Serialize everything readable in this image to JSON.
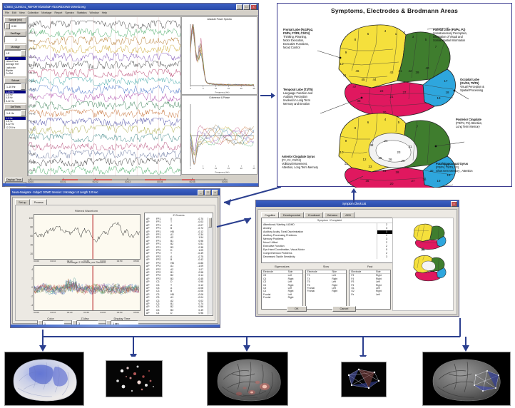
{
  "eeg_window": {
    "title": "C:\\EEG_CLINICAL_REPORTS\\2003\\DF-A\\DOW\\DOWD-1Week2.eeg",
    "menus": [
      "File",
      "Edit",
      "View",
      "Collection",
      "Montage",
      "Report",
      "Spectra",
      "Statistics",
      "Window",
      "Help"
    ],
    "controls": [
      {
        "label": "Sample (mV)",
        "value": "0.30"
      },
      {
        "label": "Sec/Page",
        "value": "2"
      },
      {
        "label": "Montage",
        "value": "LE",
        "options": [
          "LE",
          "Linked Ears",
          "Average Ref",
          "Laplacian",
          "Bipolar",
          "Cz Ref"
        ]
      },
      {
        "label": "Sub-set",
        "value": "1-10 Hz",
        "options": [
          "1-10 Hz",
          "1-4 Hz",
          "4-8 Hz",
          "8-12 Hz",
          "12-25 Hz"
        ]
      },
      {
        "label": "Del/Theta",
        "value": "1-4 Hz",
        "options": [
          "1-4 Hz",
          "4-8 Hz",
          "8-12 Hz",
          "12-25 Hz",
          "25-30 Hz"
        ]
      }
    ],
    "display_time_label": "Display Time",
    "display_time_value": "1",
    "time_axis": [
      "00:00",
      "00:01",
      "00:02",
      "00:03",
      "00:04",
      "00:05",
      "00:06"
    ],
    "channels": [
      "Fp1-A1",
      "Fp2-A2",
      "F3-A1",
      "F4-A2",
      "C3-A1",
      "C4-A2",
      "P3-A1",
      "P4-A2",
      "O1-A1",
      "O2-A2",
      "F7-A1",
      "F8-A2",
      "T3-A1",
      "T4-A2",
      "T5-A1",
      "T6-A2",
      "Fz-A1",
      "Cz-A2",
      "Pz-A1"
    ],
    "spectrum_top_title": "Absolute Power Spectra",
    "spectrum_top_xlabel": "Frequency (Hz)",
    "spectrum_bottom_title": "Coherence & Phase",
    "spectrum_bottom_xlabel": "Frequency (Hz)"
  },
  "brodmann": {
    "title": "Symptoms, Electrodes & Brodmann  Areas",
    "callouts": [
      {
        "id": "frontal",
        "heading": "Frontal Lobe  (Fp1/Fp2,",
        "lines": [
          "F3/F4, F7/F8, C3/C4)",
          "Thinking, Planning,",
          "Motor Execution,",
          "Executive Functions,",
          "Mood Control"
        ]
      },
      {
        "id": "parietal",
        "heading": "Parietal Lobe (P3/P4, Pz)",
        "lines": [
          "Somatosensory Perception,",
          "Integration of  Visual and",
          "Somatospatial Information"
        ]
      },
      {
        "id": "occipital",
        "heading": "Occipital Lobe",
        "lines": [
          "(O1/O2, T5/T6)",
          "Visual Perception &",
          "Spatial Processing"
        ]
      },
      {
        "id": "temporal",
        "heading": "Temporal Lobe  (T3/T5)",
        "lines": [
          "Language Function  and",
          "Auditory Perception",
          "Involved in Long Term",
          "Memory and Emotion"
        ]
      },
      {
        "id": "posterior-cingulate",
        "heading": "Posterior Cingulate",
        "lines": [
          "(P3/P4, Pz)  Attention,",
          "Long Term Memory"
        ]
      },
      {
        "id": "anterior-cingulate",
        "heading": "Anterior Cingulate Gyrus",
        "lines": [
          "(Fz, Cz, C3/C4)",
          "Volitional Movement,",
          "Attention, Long Term Memory"
        ]
      },
      {
        "id": "parahippocampal",
        "heading": "Parahippocampal Gyrus",
        "lines": [
          "(P3/P4, T5/T6, Pz)",
          "Short term Memory ,  Attention"
        ]
      }
    ],
    "colors": {
      "frontal": "#f5e03c",
      "parietal": "#3f7d2e",
      "occipital": "#2ea6dd",
      "temporal": "#e0185f",
      "cingulate": "#e8e8e8"
    },
    "lateral_numbers": [
      "4",
      "6",
      "8",
      "9",
      "10",
      "11",
      "44",
      "45",
      "46",
      "47",
      "1",
      "2",
      "3",
      "5",
      "7",
      "39",
      "40",
      "41",
      "42",
      "43",
      "17",
      "18",
      "19",
      "20",
      "21",
      "22",
      "37",
      "38"
    ],
    "medial_numbers": [
      "4",
      "6",
      "8",
      "9",
      "10",
      "11",
      "12",
      "23",
      "24",
      "25",
      "26",
      "27",
      "28",
      "29",
      "30",
      "31",
      "32",
      "33",
      "34",
      "35",
      "36",
      "17",
      "18",
      "19",
      "20",
      "27"
    ]
  },
  "zscore_window": {
    "title": "Neuro-Navigator - Subject:  DOWD   Session: 1   Montage: LE   Length: 120 sec",
    "tabs": [
      {
        "label": "Set-up",
        "active": false
      },
      {
        "label": "Process",
        "active": true
      }
    ],
    "plot_top": {
      "title": "Filtered Waveform",
      "ylabels": [
        "100",
        "80",
        "60",
        "40",
        "20"
      ],
      "xlabels": [
        "04:00",
        "04:10",
        "04:20",
        "04:30",
        "04:40",
        "04:50",
        "05:00"
      ]
    },
    "plot_bottom": {
      "title": "Average Z-Scores per Second",
      "ylabels": [
        "4",
        "2",
        "0",
        "-2",
        "-4"
      ],
      "xlabels": [
        "04:00",
        "04:10",
        "04:20",
        "04:30",
        "04:40",
        "04:50",
        "05:00"
      ]
    },
    "fields": [
      {
        "label": "Color",
        "value": "1"
      },
      {
        "label": "Z-Max",
        "value": "3"
      },
      {
        "label": "Display Time",
        "value": "1 sec"
      }
    ],
    "table_title": "Z-Scores",
    "table_rows": [
      [
        "AP",
        "FP1",
        "0",
        "-0.70"
      ],
      [
        "AP",
        "FP1",
        "T",
        "-0.03"
      ],
      [
        "AP",
        "FP1",
        "A",
        "-0.07"
      ],
      [
        "AP",
        "FP1",
        "B",
        "-0.72"
      ],
      [
        "AP",
        "FP1",
        "HB",
        "-0.12"
      ],
      [
        "AP",
        "FP1",
        "A1",
        "0.34"
      ],
      [
        "AP",
        "FP1",
        "A2",
        "1.94"
      ],
      [
        "AP",
        "FP1",
        "B1",
        "0.96"
      ],
      [
        "AP",
        "FP1",
        "B2",
        "0.51"
      ],
      [
        "AP",
        "FP1",
        "B3",
        "0.38"
      ],
      [
        "AP",
        "FP2",
        "D",
        "1.09"
      ],
      [
        "AP",
        "FP2",
        "T",
        "-0.49"
      ],
      [
        "AP",
        "FP2",
        "A",
        "-0.75"
      ],
      [
        "AP",
        "FP2",
        "B",
        "-0.42"
      ],
      [
        "AP",
        "FP2",
        "HB",
        "-0.86"
      ],
      [
        "AP",
        "FP2",
        "A1",
        "-1.09"
      ],
      [
        "AP",
        "FP2",
        "A2",
        "1.07"
      ],
      [
        "AP",
        "FP2",
        "B1",
        "0.98"
      ],
      [
        "AP",
        "FP2",
        "B2",
        "0.14"
      ],
      [
        "AP",
        "FP2",
        "B3",
        "-0.45"
      ],
      [
        "AP",
        "C3",
        "D",
        "0.95"
      ],
      [
        "AP",
        "C3",
        "T",
        "0.12"
      ],
      [
        "AP",
        "C3",
        "A",
        "-0.08"
      ],
      [
        "AP",
        "C3",
        "B",
        "-0.06"
      ],
      [
        "AP",
        "C3",
        "HB",
        "-0.06"
      ],
      [
        "AP",
        "C3",
        "A1",
        "-0.04"
      ],
      [
        "AP",
        "C3",
        "A2",
        "0.02"
      ],
      [
        "AP",
        "C3",
        "B1",
        "0.74"
      ],
      [
        "AP",
        "C3",
        "B2",
        "0.56"
      ],
      [
        "AP",
        "C3",
        "B3",
        "0.49"
      ],
      [
        "AP",
        "C4",
        "D",
        "0.96"
      ],
      [
        "AP",
        "C4",
        "T",
        "0.98"
      ],
      [
        "AP",
        "C4",
        "A",
        "0.85"
      ],
      [
        "AP",
        "C4",
        "B",
        "1.03"
      ]
    ]
  },
  "symptom_window": {
    "title": "Symptom Check List",
    "tabs": [
      {
        "label": "Cognitive",
        "active": true
      },
      {
        "label": "Developmental",
        "active": false
      },
      {
        "label": "Emotional",
        "active": false
      },
      {
        "label": "Behavior",
        "active": false
      },
      {
        "label": "ADD",
        "active": false
      }
    ],
    "list_header": "Symptom / Complaint",
    "severity_header": "Severity",
    "symptoms": [
      {
        "label": "Attentional / Alerting / ADHD",
        "value": "2",
        "selected": false
      },
      {
        "label": "Anxiety",
        "value": "3",
        "selected": false
      },
      {
        "label": "Auditory Acuity, Tonal Discrimination",
        "value": "1",
        "selected": true
      },
      {
        "label": "Auditory Processing Problems",
        "value": "2",
        "selected": false
      },
      {
        "label": "Memory Problems",
        "value": "3",
        "selected": false
      },
      {
        "label": "Mood / Affect",
        "value": "2",
        "selected": false
      },
      {
        "label": "Executive Function",
        "value": "2",
        "selected": false
      },
      {
        "label": "Eye-Hand Coordination, Visual-Motor",
        "value": "0",
        "selected": false
      },
      {
        "label": "Comprehension Problems",
        "value": "2",
        "selected": false
      },
      {
        "label": "Decreased Tactile Sensitivity",
        "value": "3",
        "selected": false
      }
    ],
    "severity_group_label": "Severity",
    "severity_checkbox": "Mild",
    "columns": [
      {
        "header": "Eigenvalues",
        "col1": "Electrode",
        "col2": "Side",
        "rows": [
          [
            "C3",
            "Left"
          ],
          [
            "C4",
            "Right"
          ],
          [
            "C3",
            "Left"
          ],
          [
            "C4",
            "Right"
          ],
          [
            "C3",
            "Left"
          ],
          [
            "C4",
            "Right"
          ],
          [
            "Frontal",
            "Left"
          ],
          [
            "Frontal",
            "Right"
          ]
        ]
      },
      {
        "header": "Slow",
        "col1": "Electrode",
        "col2": "Side",
        "rows": [
          [
            "T3",
            "Left"
          ],
          [
            "T4",
            "Right"
          ],
          [
            "T5",
            "Left"
          ],
          [
            "T6",
            "Right"
          ],
          [
            "Frontal",
            "Left"
          ],
          [
            "Frontal",
            "Right"
          ]
        ]
      },
      {
        "header": "Fast",
        "col1": "Electrode",
        "col2": "Side",
        "rows": [
          [
            "F3",
            "Right"
          ],
          [
            "F4",
            "Right"
          ],
          [
            "P3",
            "Left"
          ],
          [
            "P4",
            "Right"
          ],
          [
            "O1",
            "Left"
          ],
          [
            "O2",
            "Right"
          ],
          [
            "Pz",
            "Left"
          ]
        ]
      }
    ],
    "buttons": [
      {
        "label": "OK"
      },
      {
        "label": "Cancel"
      }
    ]
  },
  "results": [
    {
      "id": "cortical-surface-zmap",
      "style": "blue-violet surface render"
    },
    {
      "id": "lorta-source-points",
      "style": "sparse red-white sources on black"
    },
    {
      "id": "gray-cortex-activation",
      "style": "gray cortical surface with red foci"
    },
    {
      "id": "network-wireframe",
      "style": "white wireframe connectivity mesh"
    },
    {
      "id": "network-on-cortex",
      "style": "gray cortex with blue network overlay"
    }
  ],
  "accent_colors": {
    "arrow": "#2b3f8f",
    "titlebar": "#2a4aa8"
  }
}
